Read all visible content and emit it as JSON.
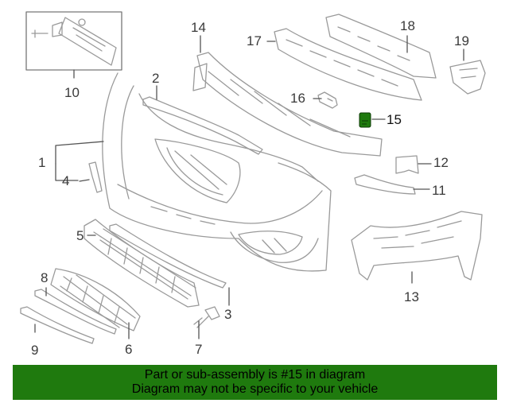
{
  "callouts": {
    "c1": "1",
    "c2": "2",
    "c3": "3",
    "c4": "4",
    "c5": "5",
    "c6": "6",
    "c7": "7",
    "c8": "8",
    "c9": "9",
    "c10": "10",
    "c11": "11",
    "c12": "12",
    "c13": "13",
    "c14": "14",
    "c15": "15",
    "c16": "16",
    "c17": "17",
    "c18": "18",
    "c19": "19"
  },
  "highlighted_part": "15",
  "banner": {
    "line1": "Part or sub-assembly is #15 in diagram",
    "line2": "Diagram may not be specific to your vehicle"
  },
  "colors": {
    "banner_background": "#1f7a0e",
    "highlight": "#1f7a0e",
    "line_art": "#9a9a9a"
  }
}
